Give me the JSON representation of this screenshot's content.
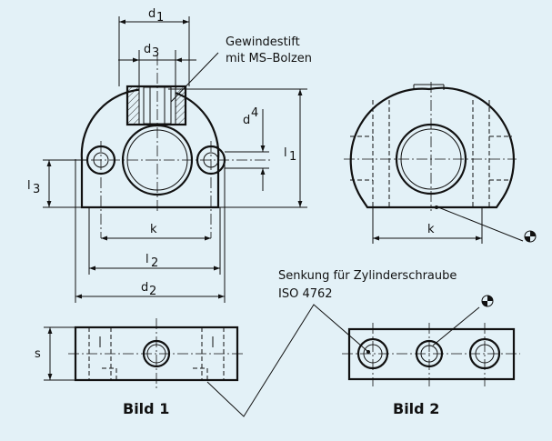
{
  "figures": {
    "bild1_caption": "Bild 1",
    "bild2_caption": "Bild 2"
  },
  "annotations": {
    "set_screw_line1": "Gewindestift",
    "set_screw_line2": "mit MS–Bolzen",
    "countersink_line1": "Senkung für Zylinderschraube",
    "countersink_line2": "ISO 4762"
  },
  "dimensions": {
    "d1": "d",
    "d1_sub": "1",
    "d3": "d",
    "d3_sub": "3",
    "d4": "d",
    "d4_sub": "4",
    "l1": "l",
    "l1_sub": "1",
    "l3": "l",
    "l3_sub": "3",
    "k_fig1": "k",
    "l2": "l",
    "l2_sub": "2",
    "d2": "d",
    "d2_sub": "2",
    "s": "s",
    "k_fig2": "k"
  },
  "symbols": {
    "marker": "cross-circle-icon"
  },
  "colors": {
    "background": "#e3f1f7",
    "line": "#111111"
  }
}
